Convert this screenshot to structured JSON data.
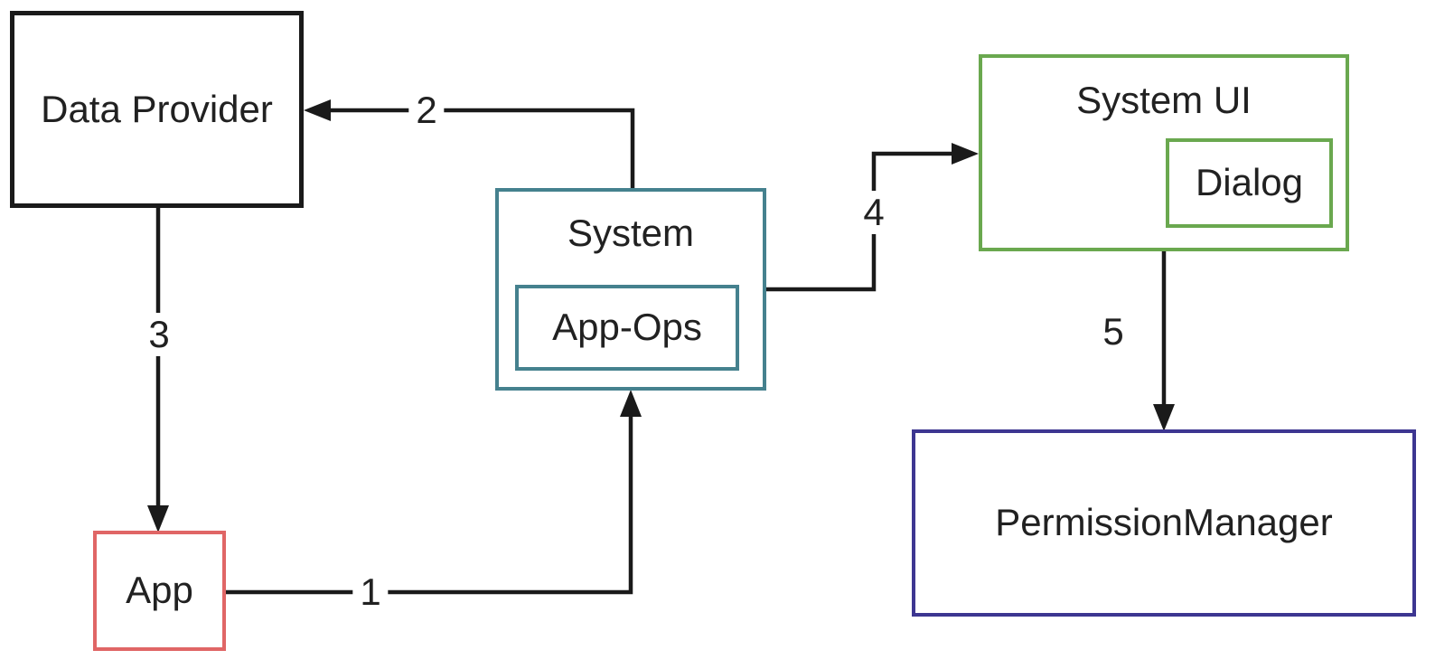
{
  "diagram": {
    "background_color": "#ffffff",
    "arrow_color": "#1a1a1a",
    "text_color": "#212121",
    "nodes": {
      "data_provider": {
        "label": "Data Provider",
        "border_color": "#1a1a1a"
      },
      "system": {
        "label": "System",
        "border_color": "#45818e"
      },
      "app_ops": {
        "label": "App-Ops",
        "border_color": "#45818e"
      },
      "system_ui": {
        "label": "System UI",
        "border_color": "#6aa84f"
      },
      "dialog": {
        "label": "Dialog",
        "border_color": "#6aa84f"
      },
      "permission_manager": {
        "label": "PermissionManager",
        "border_color": "#3d3691"
      },
      "app": {
        "label": "App",
        "border_color": "#e06666"
      }
    },
    "edges": [
      {
        "label": "1",
        "from": "app",
        "to": "system"
      },
      {
        "label": "2",
        "from": "system",
        "to": "data_provider"
      },
      {
        "label": "3",
        "from": "data_provider",
        "to": "app"
      },
      {
        "label": "4",
        "from": "system",
        "to": "system_ui"
      },
      {
        "label": "5",
        "from": "system_ui",
        "to": "permission_manager"
      }
    ]
  }
}
